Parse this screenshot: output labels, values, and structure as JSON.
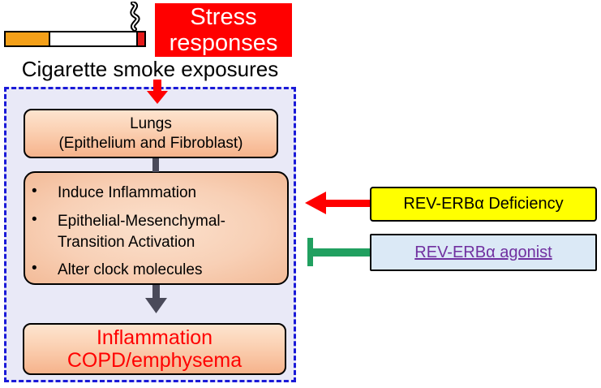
{
  "colors": {
    "stress_bg": "#ff0000",
    "region_border": "#1a1ad8",
    "region_fill": "#e9e9f7",
    "box_fill": "#fbd0b2",
    "outcome_text": "#ff0000",
    "deficiency_bg": "#ffff00",
    "agonist_bg": "#dbe9f6",
    "agonist_text": "#7030a0",
    "activate_arrow": "#ff0000",
    "inhibit_arrow": "#21a060",
    "flow_arrow": "#4a4a5a"
  },
  "icons": {
    "cigarette": "cigarette-icon"
  },
  "stress": {
    "label": "Stress\nresponses"
  },
  "exposure": {
    "label": "Cigarette smoke exposures"
  },
  "lungs": {
    "line1": "Lungs",
    "line2": "(Epithelium and Fibroblast)"
  },
  "mechanisms": {
    "bullet": "•",
    "items": [
      "Induce Inflammation",
      "Epithelial-Mesenchymal-",
      "Transition Activation",
      "Alter clock molecules"
    ]
  },
  "outcome": {
    "line1": "Inflammation",
    "line2": "COPD/emphysema"
  },
  "deficiency": {
    "label": "REV-ERBα Deficiency"
  },
  "agonist": {
    "label": "REV-ERBα agonist"
  }
}
